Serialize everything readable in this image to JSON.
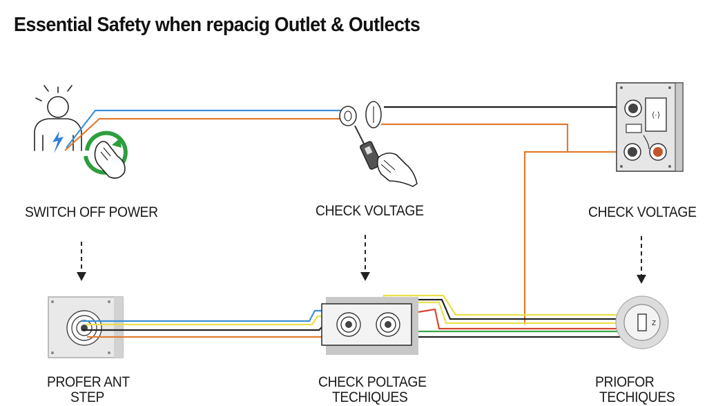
{
  "title": "Essential Safety when repacig Outlet & Outlects",
  "steps": {
    "top_left": "SWITCH OFF POWER",
    "top_center": "CHECK VOLTAGE",
    "top_right": "CHECK VOLTAGE",
    "bottom_left_line1": "PROFER ANT",
    "bottom_left_line2": "STEP",
    "bottom_center_line1": "CHECK POLTAGE",
    "bottom_center_line2": "TECHIQUES",
    "bottom_right_line1": "PRIOFOR",
    "bottom_right_line2": "TECHIQUES"
  },
  "panel_label": "⟨·⟩",
  "colors": {
    "blue_wire": "#3a8fd9",
    "orange_wire": "#e07b2e",
    "yellow_wire": "#e8e04a",
    "red_wire": "#d8452f",
    "green_wire": "#3aa64a",
    "black_wire": "#1a1a1a",
    "power_arrow": "#2f7fd6",
    "rotate_arrow": "#2e9e3e"
  },
  "icons": [
    "person-icon",
    "power-switch-icon",
    "hand-icon",
    "voltage-tester-icon",
    "breaker-panel-icon",
    "outlet-icon",
    "round-outlet-icon"
  ]
}
